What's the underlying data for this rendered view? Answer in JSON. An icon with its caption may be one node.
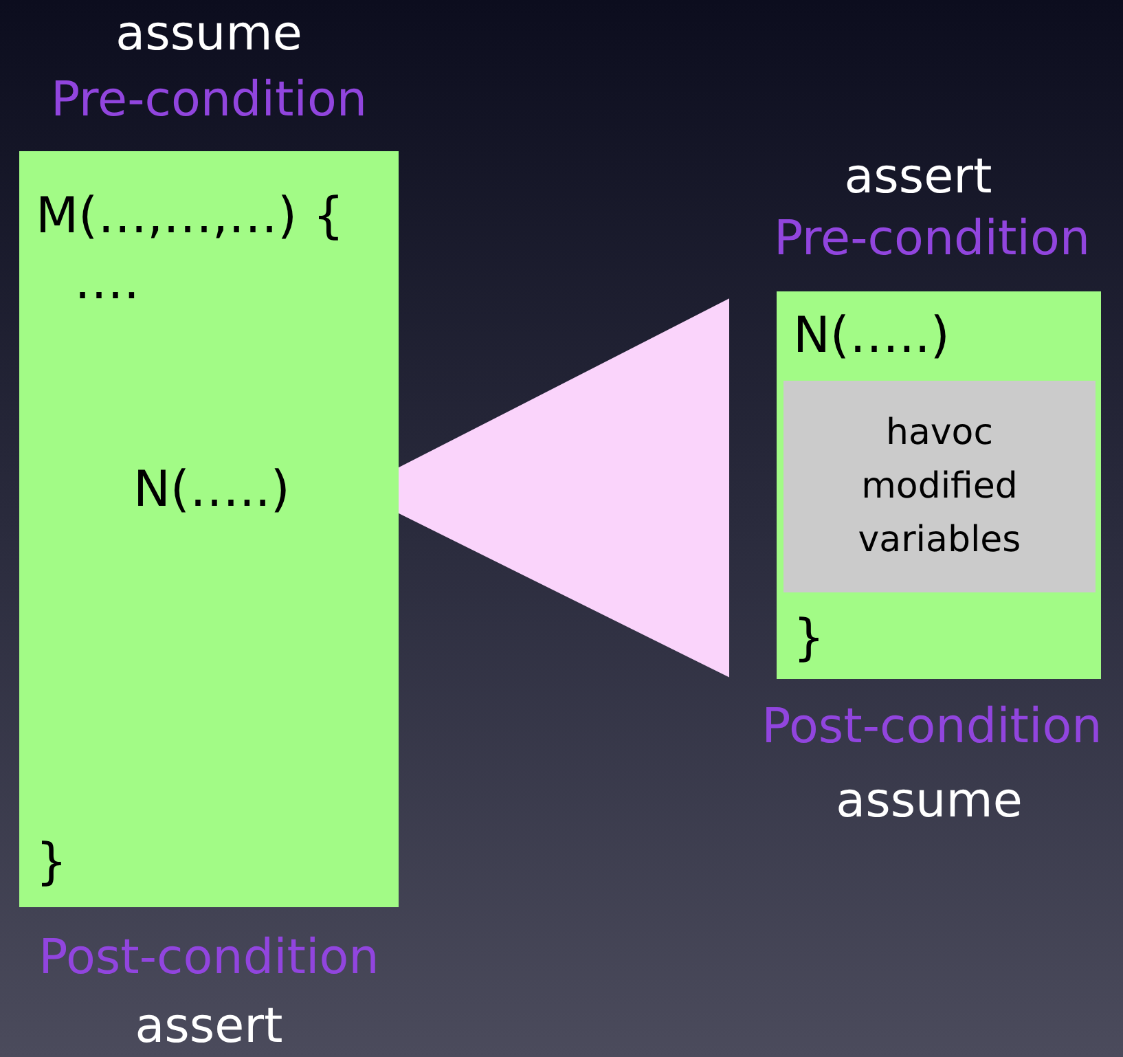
{
  "diagram": {
    "nodes": [
      {
        "text": [
          "M(…,…,…) {",
          "….",
          "}"
        ],
        "beside": [
          "assume",
          "Pre-condition",
          "Post-condition",
          "assert"
        ]
      },
      {
        "text": [
          "N(…..)"
        ],
        "in": 0
      },
      {
        "text": [
          "N(…..)",
          "}"
        ],
        "beside": [
          "assert",
          "Pre-condition",
          "Post-condition",
          "assume"
        ]
      },
      {
        "text": [
          "havoc modified variables"
        ],
        "in": 2
      }
    ],
    "edges": [
      {
        "from": 2,
        "to": 1,
        "arrow": "to"
      }
    ]
  }
}
